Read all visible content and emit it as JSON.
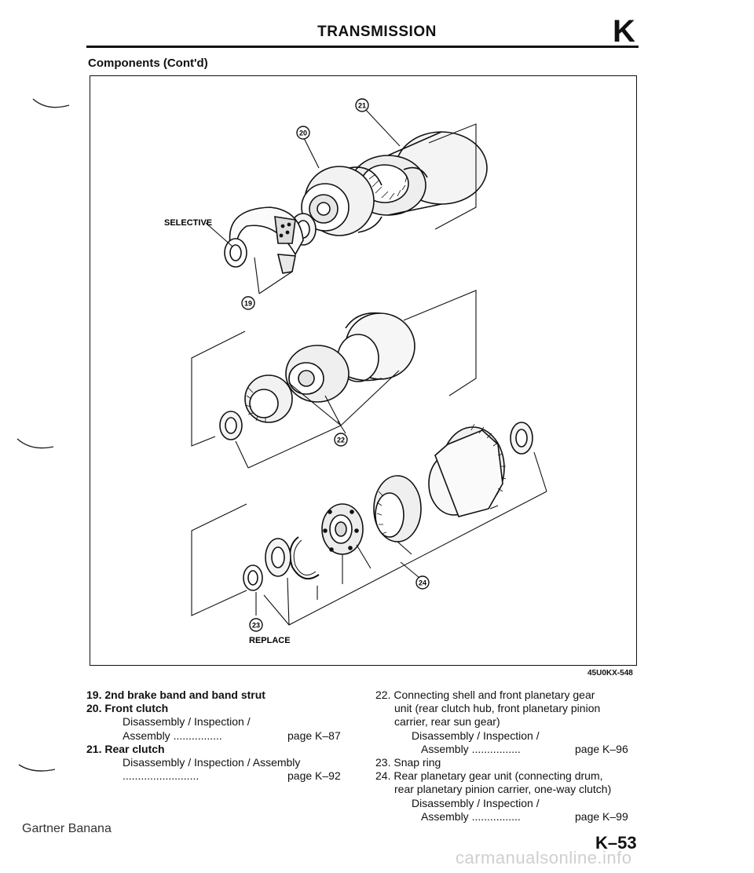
{
  "header": {
    "title": "TRANSMISSION",
    "section_letter": "K"
  },
  "section_title": "Components (Cont'd)",
  "figure": {
    "callouts": [
      "19",
      "20",
      "21",
      "22",
      "23",
      "24"
    ],
    "labels": {
      "selective": "SELECTIVE",
      "replace": "REPLACE"
    },
    "figure_code": "45U0KX-548"
  },
  "legend_left": [
    {
      "text": "19. 2nd brake band and band strut",
      "bold": true
    },
    {
      "text": "20. Front clutch",
      "bold": true
    },
    {
      "text": "Disassembly / Inspection /",
      "indent": 3
    },
    {
      "text": "Assembly ................",
      "indent": 3,
      "page": "page K–87"
    },
    {
      "text": "21. Rear clutch",
      "bold": true
    },
    {
      "text": "Disassembly / Inspection / Assembly",
      "indent": 3
    },
    {
      "text": ".........................",
      "indent": 3,
      "page": "page K–92"
    }
  ],
  "legend_right": [
    {
      "text": "22. Connecting shell and front planetary gear"
    },
    {
      "text": "unit (rear clutch hub, front planetary pinion",
      "indent": 2
    },
    {
      "text": "carrier, rear sun gear)",
      "indent": 2
    },
    {
      "text": "Disassembly / Inspection /",
      "indent": 3
    },
    {
      "text": "Assembly ................",
      "indent": 4,
      "page": "page K–96"
    },
    {
      "text": "23. Snap ring"
    },
    {
      "text": "24. Rear planetary gear unit (connecting drum,",
      "bold": false
    },
    {
      "text": "rear planetary pinion carrier, one-way clutch)",
      "indent": 2
    },
    {
      "text": "Disassembly / Inspection /",
      "indent": 3
    },
    {
      "text": "Assembly ................",
      "indent": 4,
      "page": "page K–99"
    }
  ],
  "watermark": "Gartner Banana",
  "page_number": "K–53",
  "site_watermark": "carmanualsonline.info"
}
